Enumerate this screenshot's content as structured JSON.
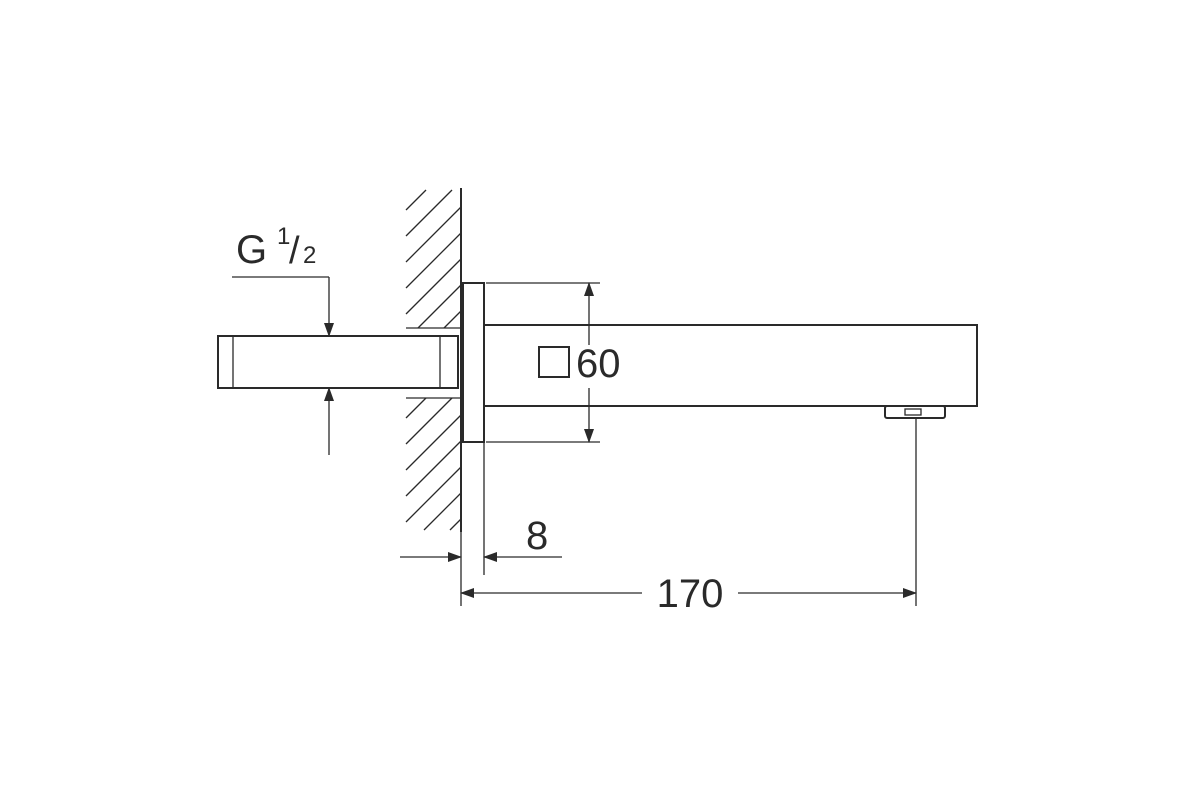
{
  "drawing": {
    "thread_label": {
      "letter": "G",
      "fraction_numerator": "1",
      "fraction_slash": "/",
      "fraction_denominator": "2"
    },
    "square_label": "60",
    "rosette_depth_label": "8",
    "projection_label": "170"
  }
}
